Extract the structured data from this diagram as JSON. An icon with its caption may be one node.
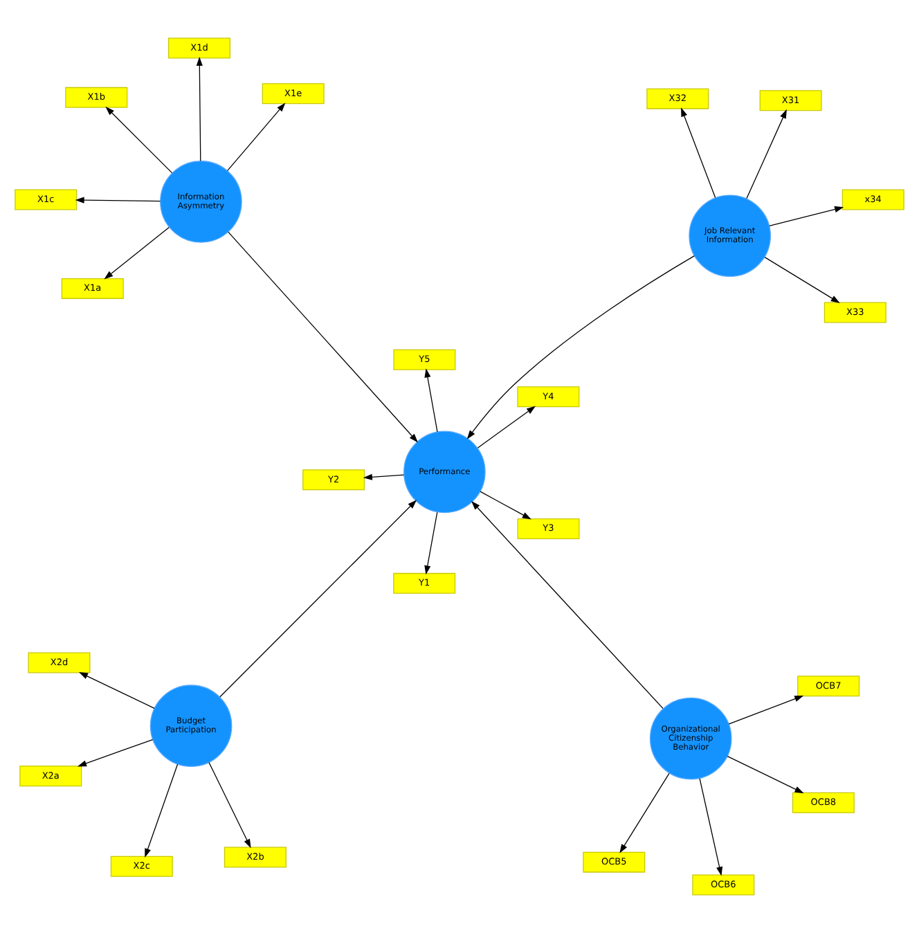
{
  "diagram": {
    "nodes": [
      {
        "text": [
          "X2a"
        ]
      },
      {
        "text": [
          "X2b"
        ]
      },
      {
        "text": [
          "X2c"
        ]
      },
      {
        "text": [
          "X2d"
        ]
      },
      {
        "text": [
          "Budget Participation"
        ]
      },
      {
        "text": [
          "OCB5"
        ]
      },
      {
        "text": [
          "OCB6"
        ]
      },
      {
        "text": [
          "OCB7"
        ]
      },
      {
        "text": [
          "OCB8"
        ]
      },
      {
        "text": [
          "Organizational Citizenship Behavior"
        ]
      },
      {
        "text": [
          "Y1"
        ]
      },
      {
        "text": [
          "Y2"
        ]
      },
      {
        "text": [
          "Y3"
        ]
      },
      {
        "text": [
          "Y4"
        ]
      },
      {
        "text": [
          "Y5"
        ]
      },
      {
        "text": [
          "Performance"
        ]
      },
      {
        "text": [
          "X1a"
        ]
      },
      {
        "text": [
          "X1b"
        ]
      },
      {
        "text": [
          "X1c"
        ]
      },
      {
        "text": [
          "X1d"
        ]
      },
      {
        "text": [
          "X1e"
        ]
      },
      {
        "text": [
          "Information Asymmetry"
        ]
      },
      {
        "text": [
          "Job Relevant Information"
        ]
      },
      {
        "text": [
          "X31"
        ]
      },
      {
        "text": [
          "X32"
        ]
      },
      {
        "text": [
          "X33"
        ]
      },
      {
        "text": [
          "x34"
        ]
      }
    ],
    "edges": [
      {
        "from": 4,
        "to": 0,
        "arrow": "to"
      },
      {
        "from": 4,
        "to": 1,
        "arrow": "to"
      },
      {
        "from": 4,
        "to": 2,
        "arrow": "to"
      },
      {
        "from": 4,
        "to": 3,
        "arrow": "to"
      },
      {
        "from": 9,
        "to": 5,
        "arrow": "to"
      },
      {
        "from": 9,
        "to": 6,
        "arrow": "to"
      },
      {
        "from": 9,
        "to": 7,
        "arrow": "to"
      },
      {
        "from": 9,
        "to": 8,
        "arrow": "to"
      },
      {
        "from": 15,
        "to": 10,
        "arrow": "to"
      },
      {
        "from": 15,
        "to": 11,
        "arrow": "to"
      },
      {
        "from": 15,
        "to": 12,
        "arrow": "to"
      },
      {
        "from": 15,
        "to": 13,
        "arrow": "to"
      },
      {
        "from": 15,
        "to": 14,
        "arrow": "to"
      },
      {
        "from": 21,
        "to": 16,
        "arrow": "to"
      },
      {
        "from": 21,
        "to": 17,
        "arrow": "to"
      },
      {
        "from": 21,
        "to": 18,
        "arrow": "to"
      },
      {
        "from": 21,
        "to": 19,
        "arrow": "to"
      },
      {
        "from": 21,
        "to": 20,
        "arrow": "to"
      },
      {
        "from": 22,
        "to": 23,
        "arrow": "to"
      },
      {
        "from": 22,
        "to": 24,
        "arrow": "to"
      },
      {
        "from": 22,
        "to": 25,
        "arrow": "to"
      },
      {
        "from": 22,
        "to": 26,
        "arrow": "to"
      },
      {
        "from": 4,
        "to": 15,
        "arrow": "to"
      },
      {
        "from": 9,
        "to": 15,
        "arrow": "to"
      },
      {
        "from": 21,
        "to": 15,
        "arrow": "to"
      },
      {
        "from": 22,
        "to": 15,
        "arrow": "to"
      }
    ]
  }
}
